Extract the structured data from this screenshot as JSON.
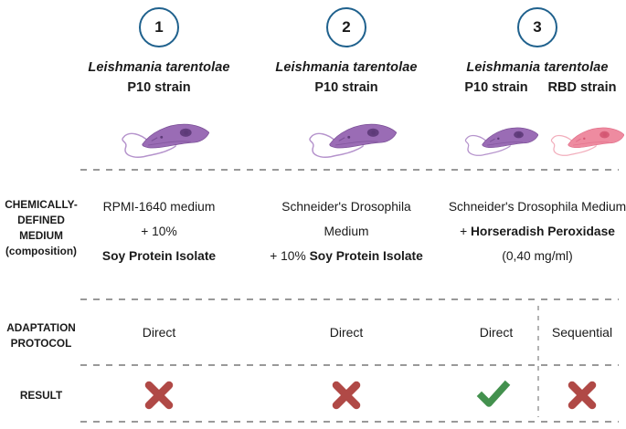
{
  "colors": {
    "circle_border": "#1f618d",
    "text": "#1a1a1a",
    "dash_line": "#999999",
    "cross": "#b04946",
    "check": "#43914e",
    "purple_body": "#9a6cb5",
    "purple_edge": "#7a4f96",
    "purple_dark": "#5d3a78",
    "purple_flagellum": "#b593cc",
    "pink_body": "#ee8ba0",
    "pink_edge": "#e06c87",
    "pink_dark": "#d45672",
    "pink_flagellum": "#f2aebc"
  },
  "icons": {
    "result_negative": "cross-icon",
    "result_positive": "check-icon",
    "organism": "leishmania-promastigote-icon"
  },
  "row_labels": {
    "medium": {
      "line1": "CHEMICALLY-",
      "line2": "DEFINED",
      "line3": "MEDIUM",
      "line4": "(composition)"
    },
    "adaptation": {
      "line1": "ADAPTATION",
      "line2": "PROTOCOL"
    },
    "result": "RESULT"
  },
  "columns": {
    "c1": {
      "number": "1",
      "species": "Leishmania tarentolae",
      "strain": "P10 strain",
      "medium": {
        "line1": "RPMI-1640 medium",
        "line2": "+ 10%",
        "line3_bold": "Soy Protein Isolate"
      },
      "adaptation": "Direct",
      "result": "negative"
    },
    "c2": {
      "number": "2",
      "species": "Leishmania tarentolae",
      "strain": "P10 strain",
      "medium": {
        "line1": "Schneider's Drosophila",
        "line2": "Medium",
        "line3_prefix": "+ 10% ",
        "line3_bold": "Soy Protein Isolate"
      },
      "adaptation": "Direct",
      "result": "negative"
    },
    "c3": {
      "number": "3",
      "species": "Leishmania tarentolae",
      "strain_a": "P10 strain",
      "strain_b": "RBD strain",
      "medium": {
        "line1": "Schneider's Drosophila Medium",
        "line2_prefix": "+ ",
        "line2_bold": "Horseradish Peroxidase",
        "line3": "(0,40 mg/ml)"
      },
      "adaptation_a": "Direct",
      "adaptation_b": "Sequential",
      "result_a": "positive",
      "result_b": "negative"
    }
  }
}
